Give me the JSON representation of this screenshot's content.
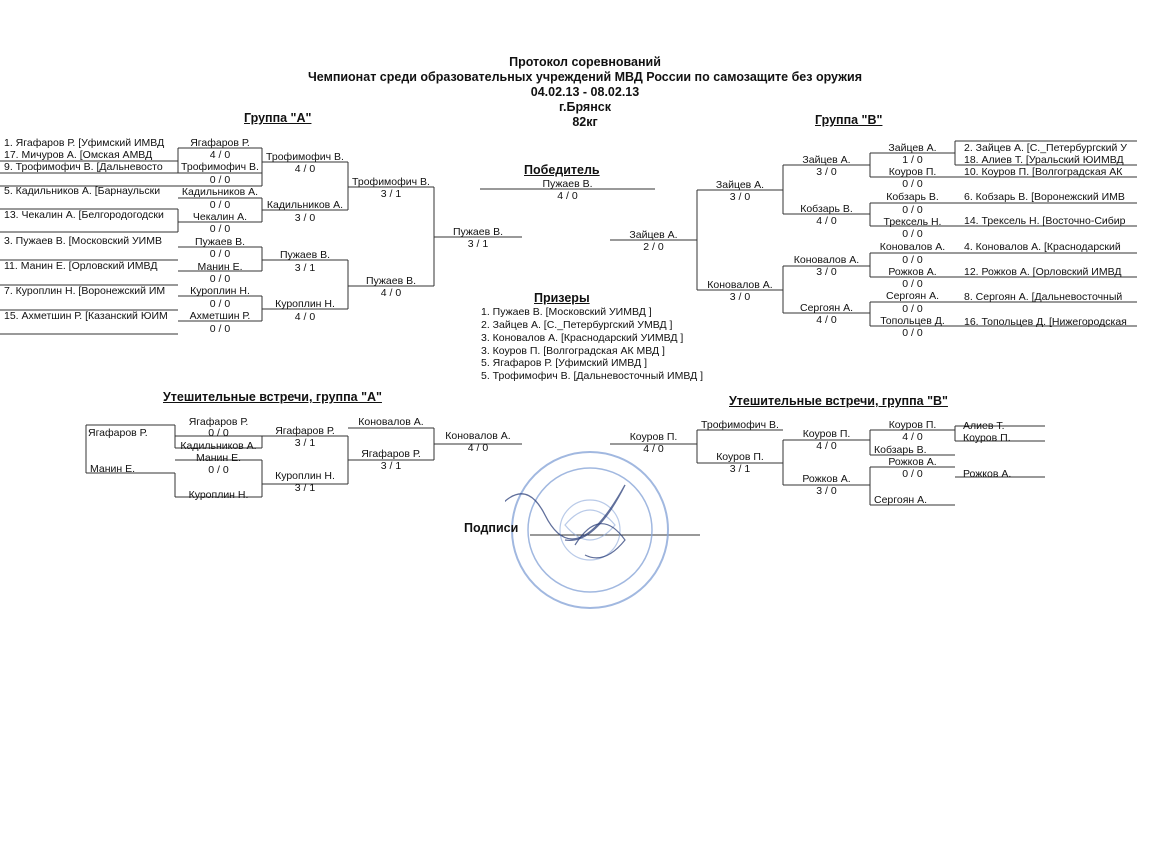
{
  "header": {
    "title": "Протокол соревнований",
    "subtitle": "Чемпионат среди образовательных учреждений МВД России по самозащите без оружия",
    "dates": "04.02.13 - 08.02.13",
    "city": "г.Брянск",
    "weight": "82кг"
  },
  "sections": {
    "group_a": "Группа  \"А\"",
    "group_b": "Группа  \"В\"",
    "winner": "Победитель",
    "prizers": "Призеры",
    "consolation_a": "Утешительные встречи, группа \"А\"",
    "consolation_b": "Утешительные встречи, группа \"В\"",
    "signatures": "Подписи"
  },
  "group_a": {
    "entrants": [
      "1. Ягафаров Р.  [Уфимский ИМВД",
      "17. Мичуров А.  [Омская АМВД",
      "9. Трофимофич В.  [Дальневосто",
      "5. Кадильников А.  [Барнаульски",
      "13. Чекалин А.  [Белгородогодски",
      "3. Пужаев В.  [Московский УИМВ",
      "11. Манин Е.  [Орловский ИМВД",
      "7. Куроплин Н.  [Воронежский ИМ",
      "15. Ахметшин Р.  [Казанский ЮИМ"
    ],
    "r1": [
      {
        "name": "Ягафаров Р.",
        "score": "4  /  0"
      },
      {
        "name": "Трофимофич В.",
        "score": "0  /  0"
      },
      {
        "name": "Кадильников А.",
        "score": "0  /  0"
      },
      {
        "name": "Чекалин А.",
        "score": "0  /  0"
      },
      {
        "name": "Пужаев В.",
        "score": "0  /  0"
      },
      {
        "name": "Манин Е.",
        "score": "0  /  0"
      },
      {
        "name": "Куроплин Н.",
        "score": "0  /  0"
      },
      {
        "name": "Ахметшин Р.",
        "score": "0  /  0"
      }
    ],
    "r2": [
      {
        "name": "Трофимофич В.",
        "score": "4  /  0"
      },
      {
        "name": "Кадильников А.",
        "score": "3  /  0"
      },
      {
        "name": "Пужаев В.",
        "score": "3  /  1"
      },
      {
        "name": "Куроплин Н.",
        "score": "4  /  0"
      }
    ],
    "r3": [
      {
        "name": "Трофимофич В.",
        "score": "3  /  1"
      },
      {
        "name": "Пужаев В.",
        "score": "4  /  0"
      }
    ],
    "final": {
      "name": "Пужаев В.",
      "score": "3  /  1"
    }
  },
  "group_b": {
    "entrants": [
      "2. Зайцев А.  [С._Петербургский У",
      "18. Алиев Т.  [Уральский ЮИМВД",
      "10. Коуров П.  [Волгоградская АК",
      "6. Кобзарь В.  [Воронежский ИМВ",
      "14. Трексель Н.  [Восточно-Сибир",
      "4. Коновалов А.  [Краснодарский",
      "12. Рожков А.  [Орловский ИМВД",
      "8. Сергоян А.  [Дальневосточный",
      "16. Топольцев Д.  [Нижегородская"
    ],
    "r1": [
      {
        "name": "Зайцев А.",
        "score": "1  /  0"
      },
      {
        "name": "Коуров П.",
        "score": "0  /  0"
      },
      {
        "name": "Кобзарь В.",
        "score": "0  /  0"
      },
      {
        "name": "Трексель Н.",
        "score": "0  /  0"
      },
      {
        "name": "Коновалов А.",
        "score": "0  /  0"
      },
      {
        "name": "Рожков А.",
        "score": "0  /  0"
      },
      {
        "name": "Сергоян А.",
        "score": "0  /  0"
      },
      {
        "name": "Топольцев Д.",
        "score": "0  /  0"
      }
    ],
    "r2": [
      {
        "name": "Зайцев А.",
        "score": "3  /  0"
      },
      {
        "name": "Кобзарь В.",
        "score": "4  /  0"
      },
      {
        "name": "Коновалов А.",
        "score": "3  /  0"
      },
      {
        "name": "Сергоян А.",
        "score": "4  /  0"
      }
    ],
    "r3": [
      {
        "name": "Зайцев А.",
        "score": "3  /  0"
      },
      {
        "name": "Коновалов А.",
        "score": "3  /  0"
      }
    ],
    "final": {
      "name": "Зайцев А.",
      "score": "2  /  0"
    }
  },
  "winner": {
    "name": "Пужаев В.",
    "score": "4  /  0"
  },
  "prizers": [
    "1. Пужаев В.    [Московский УИМВД   ]",
    "2. Зайцев А.    [С._Петербургский УМВД   ]",
    "3. Коновалов А.    [Краснодарский УИМВД   ]",
    "3. Коуров П.    [Волгоградская АК МВД   ]",
    "5. Ягафаров Р.    [Уфимский ИМВД   ]",
    "5. Трофимофич В.    [Дальневосточный ИМВД   ]"
  ],
  "consolation_a": {
    "seed_top": "Ягафаров Р.",
    "seed_bottom": "Манин Е.",
    "r1": [
      {
        "name": "Ягафаров Р.",
        "score": "0  /  0"
      },
      {
        "name": "Кадильников А.",
        "score": ""
      },
      {
        "name": "Манин Е.",
        "score": "0  /  0"
      },
      {
        "name": "Куроплин Н.",
        "score": ""
      }
    ],
    "r2": [
      {
        "name": "Ягафаров Р.",
        "score": "3  /  1"
      },
      {
        "name": "Куроплин Н.",
        "score": "3  /  1"
      }
    ],
    "r3_top": {
      "name": "Коновалов А.",
      "score": ""
    },
    "r3_bottom": {
      "name": "Ягафаров Р.",
      "score": "3  /  1"
    },
    "final": {
      "name": "Коновалов А.",
      "score": "4  /  0"
    }
  },
  "consolation_b": {
    "final": {
      "name": "Коуров П.",
      "score": "4  /  0"
    },
    "r3_top": {
      "name": "Трофимофич В.",
      "score": ""
    },
    "r3_bottom": {
      "name": "Коуров П.",
      "score": "3  /  1"
    },
    "r2": [
      {
        "name": "Коуров П.",
        "score": "4  /  0"
      },
      {
        "name": "Рожков А.",
        "score": "3  /  0"
      }
    ],
    "r1": [
      {
        "name": "Коуров П.",
        "score": "4  /  0"
      },
      {
        "name": "Кобзарь В.",
        "score": ""
      },
      {
        "name": "Рожков А.",
        "score": "0  /  0"
      },
      {
        "name": "Сергоян А.",
        "score": ""
      }
    ],
    "seed_top_a": "Алиев Т.",
    "seed_top_b": "Коуров П.",
    "seed_bottom": "Рожков А."
  }
}
